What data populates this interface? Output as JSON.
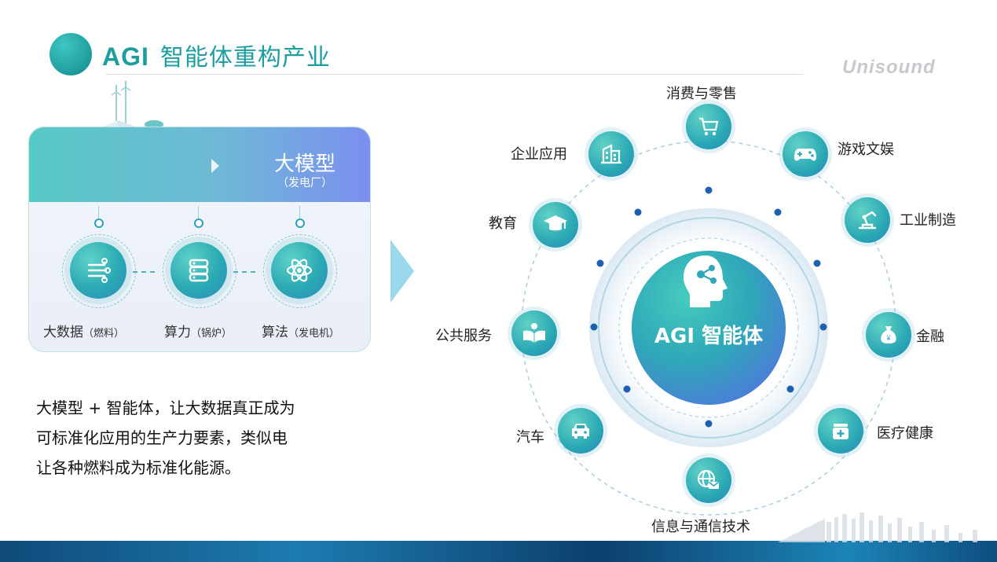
{
  "header": {
    "title_en": "AGI",
    "title_cn": "智能体重构产业",
    "brand": "Unisound"
  },
  "card": {
    "model_title": "大模型",
    "model_sub": "（发电厂）",
    "nodes": [
      {
        "main": "大数据",
        "sub": "（燃料）",
        "icon": "data-flow-icon"
      },
      {
        "main": "算力",
        "sub": "（锅炉）",
        "icon": "server-stack-icon"
      },
      {
        "main": "算法",
        "sub": "（发电机）",
        "icon": "atom-icon"
      }
    ]
  },
  "description": {
    "line1": "大模型 + 智能体，让大数据真正成为",
    "line2": "可标准化应用的生产力要素，类似电",
    "line3": "让各种燃料成为标准化能源。"
  },
  "diagram": {
    "center_label": "AGI 智能体",
    "items": [
      {
        "label": "消费与零售",
        "icon": "shopping-cart-icon"
      },
      {
        "label": "游戏文娱",
        "icon": "gamepad-icon"
      },
      {
        "label": "工业制造",
        "icon": "robot-arm-icon"
      },
      {
        "label": "金融",
        "icon": "money-bag-icon"
      },
      {
        "label": "医疗健康",
        "icon": "medical-kit-icon"
      },
      {
        "label": "信息与通信技术",
        "icon": "globe-mail-icon"
      },
      {
        "label": "汽车",
        "icon": "car-icon"
      },
      {
        "label": "公共服务",
        "icon": "open-book-icon"
      },
      {
        "label": "教育",
        "icon": "graduation-cap-icon"
      },
      {
        "label": "企业应用",
        "icon": "building-icon"
      }
    ]
  },
  "colors": {
    "teal": "#1c9ea0",
    "accent_blue": "#2c86bd",
    "band": "#0f4a7a"
  }
}
